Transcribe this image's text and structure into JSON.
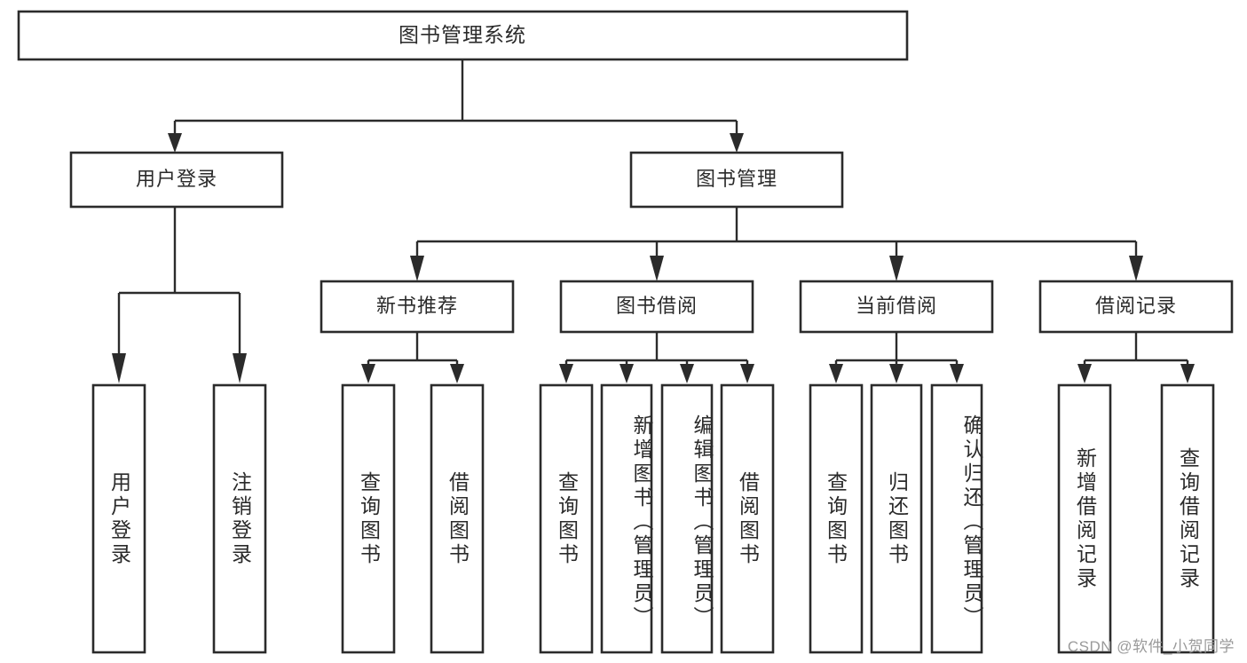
{
  "diagram": {
    "type": "tree-flowchart",
    "title": "图书管理系统",
    "watermark": "CSDN @软件_小贺同学",
    "colors": {
      "background": "#ffffff",
      "box_fill": "#ffffff",
      "box_stroke": "#2b2b2b",
      "text": "#2a2a2a",
      "watermark": "#9a9a9a"
    },
    "root": {
      "label": "图书管理系统"
    },
    "level1": [
      {
        "id": "user-login",
        "label": "用户登录"
      },
      {
        "id": "book-management",
        "label": "图书管理"
      }
    ],
    "level2": [
      {
        "id": "new-book-recommend",
        "label": "新书推荐",
        "parent": "book-management"
      },
      {
        "id": "book-borrow",
        "label": "图书借阅",
        "parent": "book-management"
      },
      {
        "id": "current-borrow",
        "label": "当前借阅",
        "parent": "book-management"
      },
      {
        "id": "borrow-records",
        "label": "借阅记录",
        "parent": "book-management"
      }
    ],
    "leaves": {
      "user-login": [
        {
          "id": "leaf-user-login",
          "label": "用户登录"
        },
        {
          "id": "leaf-logout-login",
          "label": "注销登录"
        }
      ],
      "new-book-recommend": [
        {
          "id": "leaf-query-book-1",
          "label": "查询图书"
        },
        {
          "id": "leaf-borrow-book-1",
          "label": "借阅图书"
        }
      ],
      "book-borrow": [
        {
          "id": "leaf-query-book-2",
          "label": "查询图书"
        },
        {
          "id": "leaf-add-book",
          "label": "新增图书（管理员）"
        },
        {
          "id": "leaf-edit-book",
          "label": "编辑图书（管理员）"
        },
        {
          "id": "leaf-borrow-book-2",
          "label": "借阅图书"
        }
      ],
      "current-borrow": [
        {
          "id": "leaf-query-book-3",
          "label": "查询图书"
        },
        {
          "id": "leaf-return-book",
          "label": "归还图书"
        },
        {
          "id": "leaf-confirm-return",
          "label": "确认归还（管理员）"
        }
      ],
      "borrow-records": [
        {
          "id": "leaf-add-record",
          "label": "新增借阅记录"
        },
        {
          "id": "leaf-query-record",
          "label": "查询借阅记录"
        }
      ]
    }
  }
}
